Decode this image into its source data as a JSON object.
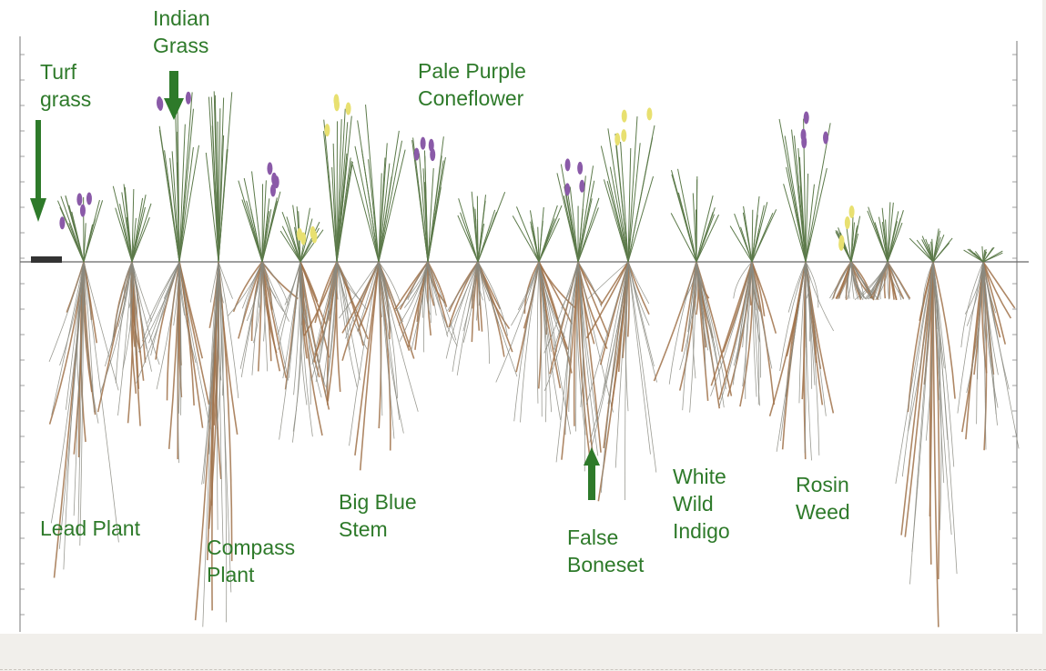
{
  "figure": {
    "labels": {
      "turf_grass": "Turf\ngrass",
      "indian_grass": "Indian\nGrass",
      "pale_purple_coneflower": "Pale Purple\nConeflower",
      "lead_plant": "Lead Plant",
      "compass_plant": "Compass\nPlant",
      "big_blue_stem": "Big Blue\nStem",
      "false_boneset": "False\nBoneset",
      "white_wild_indigo": "White\nWild\nIndigo",
      "rosin_weed": "Rosin\nWeed"
    },
    "colors": {
      "label_green": "#2e7a2a",
      "root_brown": "#a0724a",
      "root_gray": "#8a8a80",
      "foliage_green": "#5c7a4a",
      "flower_purple": "#8a5aa8",
      "flower_yellow": "#e8e070"
    }
  }
}
